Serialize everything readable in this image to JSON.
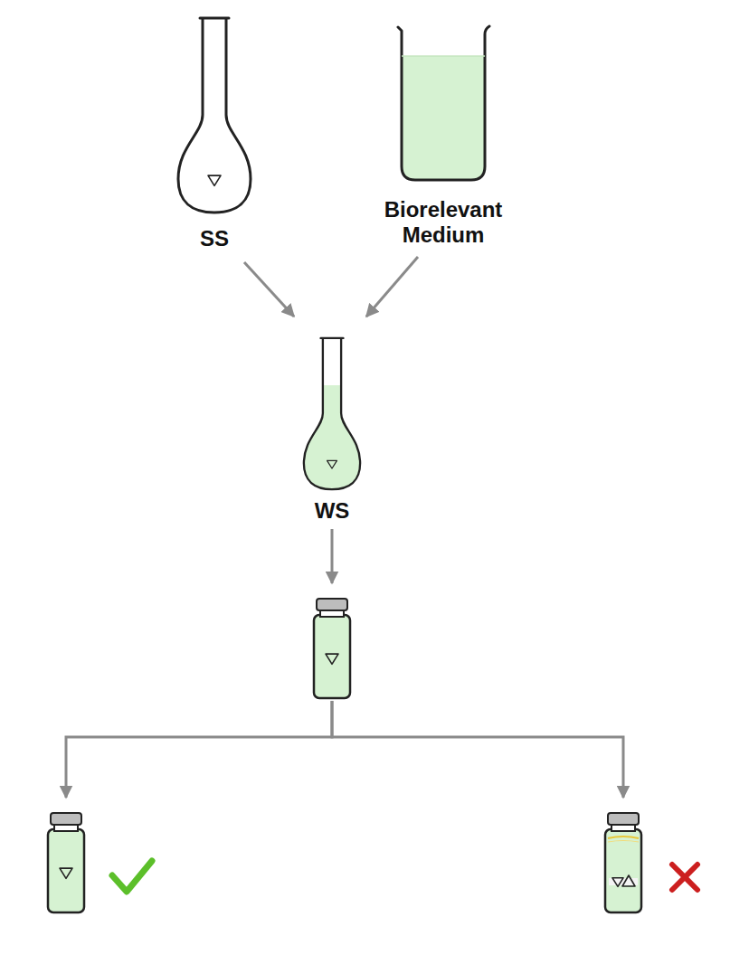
{
  "diagram": {
    "nodes": [
      {
        "text": [
          "SS"
        ]
      },
      {
        "text": [
          "Biorelevant Medium"
        ]
      },
      {
        "text": [
          "WS"
        ]
      },
      {
        "text": []
      },
      {
        "text": []
      },
      {
        "text": []
      }
    ],
    "edges": [
      {
        "from": 0,
        "to": 2,
        "arrow": "to"
      },
      {
        "from": 1,
        "to": 2,
        "arrow": "to"
      },
      {
        "from": 2,
        "to": 3,
        "arrow": "to"
      },
      {
        "from": 3,
        "to": 4,
        "arrow": "to"
      },
      {
        "from": 3,
        "to": 5,
        "arrow": "to"
      }
    ]
  }
}
